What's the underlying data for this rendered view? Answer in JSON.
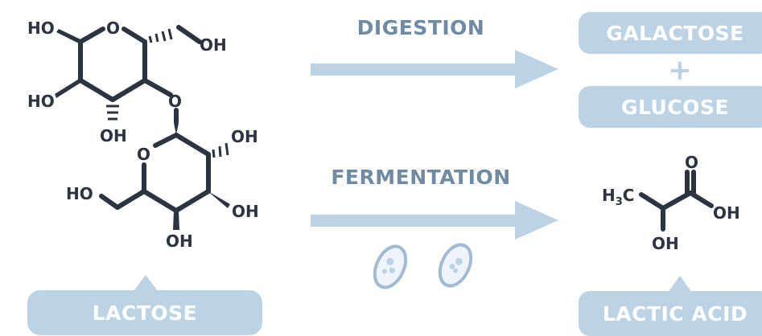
{
  "reactions": {
    "digestion_label": "DIGESTION",
    "fermentation_label": "FERMENTATION"
  },
  "products": {
    "galactose": "GALACTOSE",
    "plus": "+",
    "glucose": "GLUCOSE",
    "lactic_acid": "LACTIC ACID"
  },
  "substrate": {
    "lactose": "LACTOSE"
  },
  "lactose_structure": {
    "oh_1": "HO",
    "o_ring1": "O",
    "oh_2": "OH",
    "oh_3": "HO",
    "o_bridge": "O",
    "oh_4": "OH",
    "o_ring2": "O",
    "oh_5": "OH",
    "oh_6": "HO",
    "oh_7": "OH",
    "oh_8": "OH"
  },
  "lactic_structure": {
    "h3c": "H",
    "h3c_sub": "3",
    "h3c_c": "C",
    "o_carbonyl": "O",
    "oh_acid": "OH",
    "oh_alpha": "OH"
  },
  "colors": {
    "accent_light": "#bcd3e6",
    "label_text": "#6f8aa3",
    "bond": "#2b3440"
  }
}
